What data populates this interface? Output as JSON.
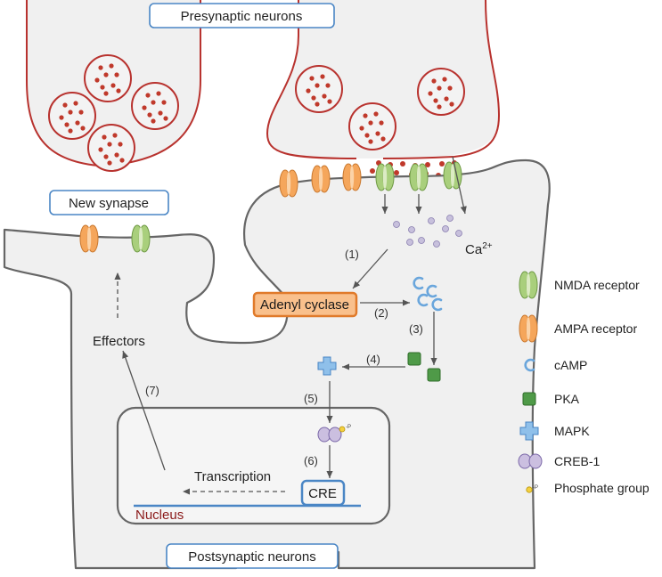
{
  "labels": {
    "presynaptic": "Presynaptic neurons",
    "postsynaptic": "Postsynaptic neurons",
    "new_synapse": "New synapse",
    "adenyl_cyclase": "Adenyl cyclase",
    "effectors": "Effectors",
    "transcription": "Transcription",
    "cre": "CRE",
    "nucleus": "Nucleus",
    "calcium": "Ca",
    "calcium_charge": "2+"
  },
  "steps": [
    "(1)",
    "(2)",
    "(3)",
    "(4)",
    "(5)",
    "(6)",
    "(7)"
  ],
  "legend": [
    {
      "icon": "nmda-receptor-icon",
      "label": "NMDA receptor"
    },
    {
      "icon": "ampa-receptor-icon",
      "label": "AMPA receptor"
    },
    {
      "icon": "camp-icon",
      "label": "cAMP"
    },
    {
      "icon": "pka-icon",
      "label": "PKA"
    },
    {
      "icon": "mapk-icon",
      "label": "MAPK"
    },
    {
      "icon": "creb1-icon",
      "label": "CREB-1"
    },
    {
      "icon": "phosphate-group-icon",
      "label": "Phosphate group"
    }
  ],
  "colors": {
    "membrane_pre": "#b8322e",
    "membrane_post": "#666666",
    "cell_fill": "#f0f0f0",
    "label_border": "#4a86c5",
    "nmda_fill": "#a9cf7c",
    "ampa_fill": "#f5a65b",
    "adenyl_fill": "#f9c08c",
    "adenyl_border": "#e07a2a",
    "pka_fill": "#4f9a48",
    "mapk_fill": "#8fc0ea",
    "camp_stroke": "#6aa6dc",
    "creb_fill": "#cbbfe0",
    "vesicle_dot": "#c0392b",
    "nucleus_text": "#8b1a1a",
    "dna_line": "#4a86c5"
  }
}
